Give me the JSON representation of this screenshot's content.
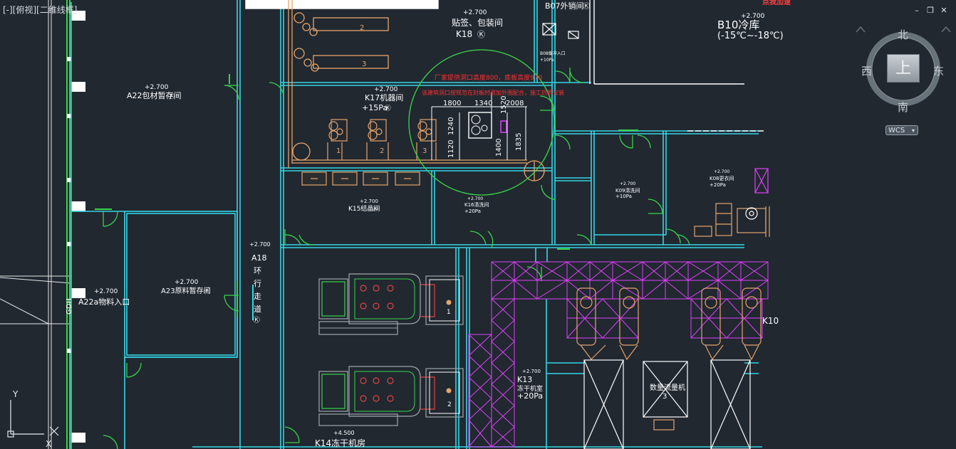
{
  "viewport": {
    "label": "[-][俯视][二维线框]",
    "window_controls": [
      "–",
      "❐",
      "✕"
    ]
  },
  "viewcube": {
    "face": "上",
    "north": "北",
    "south": "南",
    "east": "东",
    "west": "西",
    "wcs_label": "WCS",
    "wcs_arrow": "▾"
  },
  "ucs": {
    "y": "Y",
    "x": "X"
  },
  "drawing": {
    "annotation_badge": "点我加速",
    "rooms": {
      "b07": {
        "name": "B07外销间",
        "mark": "Ⓚ"
      },
      "b10": {
        "level": "+2.700",
        "name": "B10冷库",
        "temp": "(-15℃~-18℃)"
      },
      "k18": {
        "level": "+2.700",
        "name": "贴签、包装间",
        "code": "K18",
        "mark": "Ⓚ"
      },
      "k17": {
        "level": "+2.700",
        "name": "K17机器间",
        "pressure": "+15Pa",
        "mark": "Ⓚ"
      },
      "k15": {
        "level": "+2.700",
        "name": "K15结晶间",
        "mark": "Ⓚ"
      },
      "k16": {
        "level": "+2.700",
        "name": "K16清洗间",
        "pressure": "+20Pa"
      },
      "k08": {
        "level": "+2.700",
        "name": "K08更衣间",
        "pressure": "+20Pa"
      },
      "k09": {
        "level": "+2.700",
        "name": "K09清洗间",
        "pressure": "+10Pa"
      },
      "k10": {
        "name": "K10"
      },
      "k13": {
        "level": "+2.700",
        "code": "K13",
        "name": "冻干机室",
        "pressure": "+20Pa"
      },
      "k14": {
        "level": "+4.500",
        "name": "K14冻干机房"
      },
      "a22": {
        "level": "+2.700",
        "name": "A22包材暂存间",
        "mark": "Ⓕ"
      },
      "a22a": {
        "level": "+2.700",
        "name": "A22a物料入口"
      },
      "a23": {
        "level": "+2.700",
        "name": "A23原料暂存间",
        "mark": "Ⓕ"
      },
      "a18": {
        "level": "+2.700",
        "name": "A18",
        "chars": [
          "环",
          "行",
          "走",
          "道"
        ],
        "mark": "Ⓚ"
      },
      "b08": {
        "name": "B08缓冲入口",
        "pressure": "+10Pa"
      },
      "side_code": "GDH"
    },
    "notes": {
      "red_1": "厂家提供洞口高度800，底板高度970",
      "red_2": "该建筑洞口按规范在封板时须加外围配合，施工后再安装"
    },
    "dims": {
      "top_1": "1800",
      "top_2": "1340",
      "top_3": "2008",
      "v_1": "1240",
      "v_2": "1120",
      "v_3": "1400",
      "v_4": "1835",
      "v_5": "1520"
    },
    "equipment": {
      "line_2": "2",
      "line_3": "3",
      "unit_1": "1",
      "unit_2": "2",
      "unit_3": "3",
      "dryer_1": "1",
      "dryer_2": "2",
      "feeder_label": "数量流量机",
      "feeder_num": "3"
    }
  }
}
